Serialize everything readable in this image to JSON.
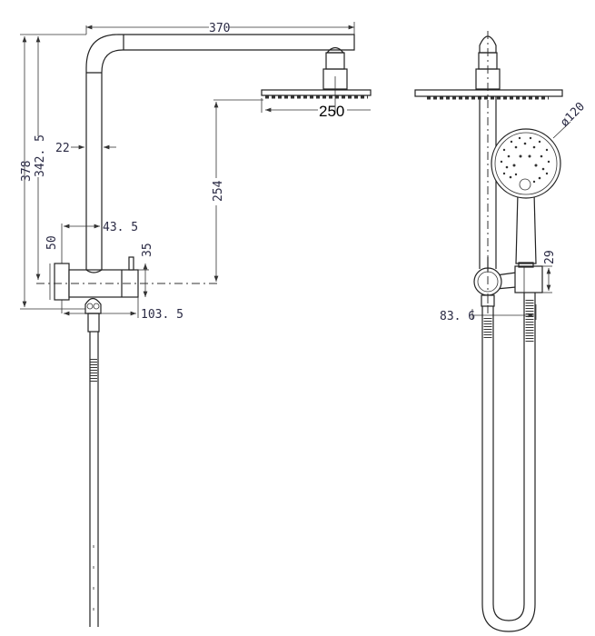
{
  "dimensions": {
    "arm_reach": "370",
    "overall_height": "378",
    "head_height": "342. 5",
    "pipe_diameter": "22",
    "rail_to_head": "254",
    "overhead_offset": "43. 5",
    "body_height": "50",
    "handle_height": "35",
    "body_width": "103. 5",
    "head_diameter": "250",
    "handshower_diameter": "ø120",
    "holder_height": "29",
    "bracket_width": "83. 6"
  }
}
